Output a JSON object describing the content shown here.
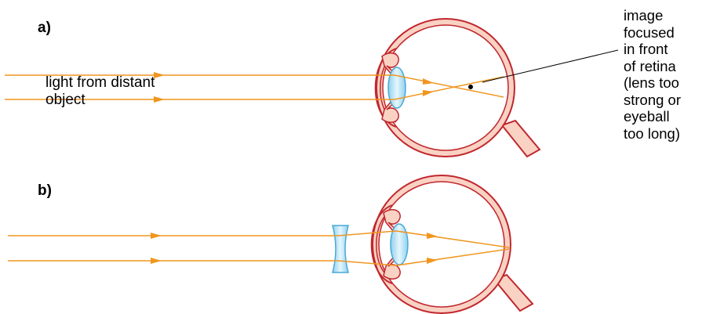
{
  "panel_a": {
    "label": "a)",
    "ray_label_line1": "light from distant",
    "ray_label_line2": "object",
    "annotation_lines": [
      "image",
      "focused",
      "in front",
      "of retina",
      "(lens too",
      "strong or",
      "eyeball",
      "too long)"
    ]
  },
  "panel_b": {
    "label": "b)"
  },
  "colors": {
    "ray": "#f0961e",
    "eye_outline": "#c1272d",
    "eye_fill": "#f9d2c4",
    "lens_fill": "#bfe4f4",
    "lens_stroke": "#4aa9d6",
    "focus_point": "#000000"
  }
}
